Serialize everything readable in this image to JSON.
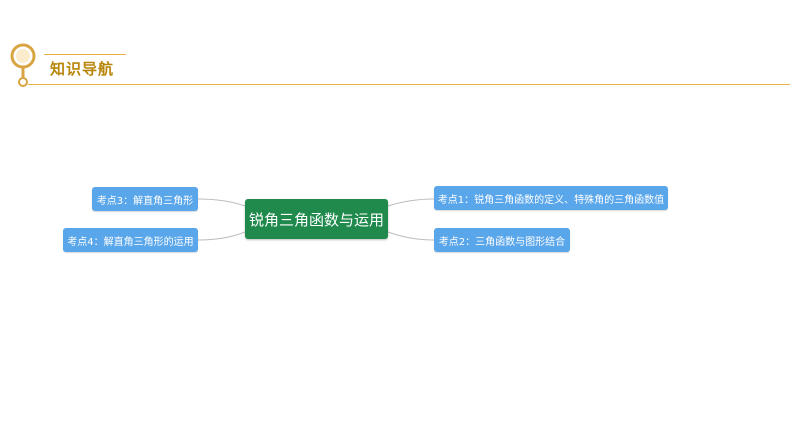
{
  "header": {
    "title": "知识导航"
  },
  "mindmap": {
    "center": "锐角三角函数与运用",
    "left": [
      "考点3：解直角三角形",
      "考点4：解直角三角形的运用"
    ],
    "right": [
      "考点1：锐角三角函数的定义、特殊角的三角函数值",
      "考点2：三角函数与图形结合"
    ]
  },
  "colors": {
    "accent": "#e8b04a",
    "title": "#b8860b",
    "center_node": "#1f8a4c",
    "topic_node": "#5aa6ea",
    "connector": "#bdbdbd"
  }
}
